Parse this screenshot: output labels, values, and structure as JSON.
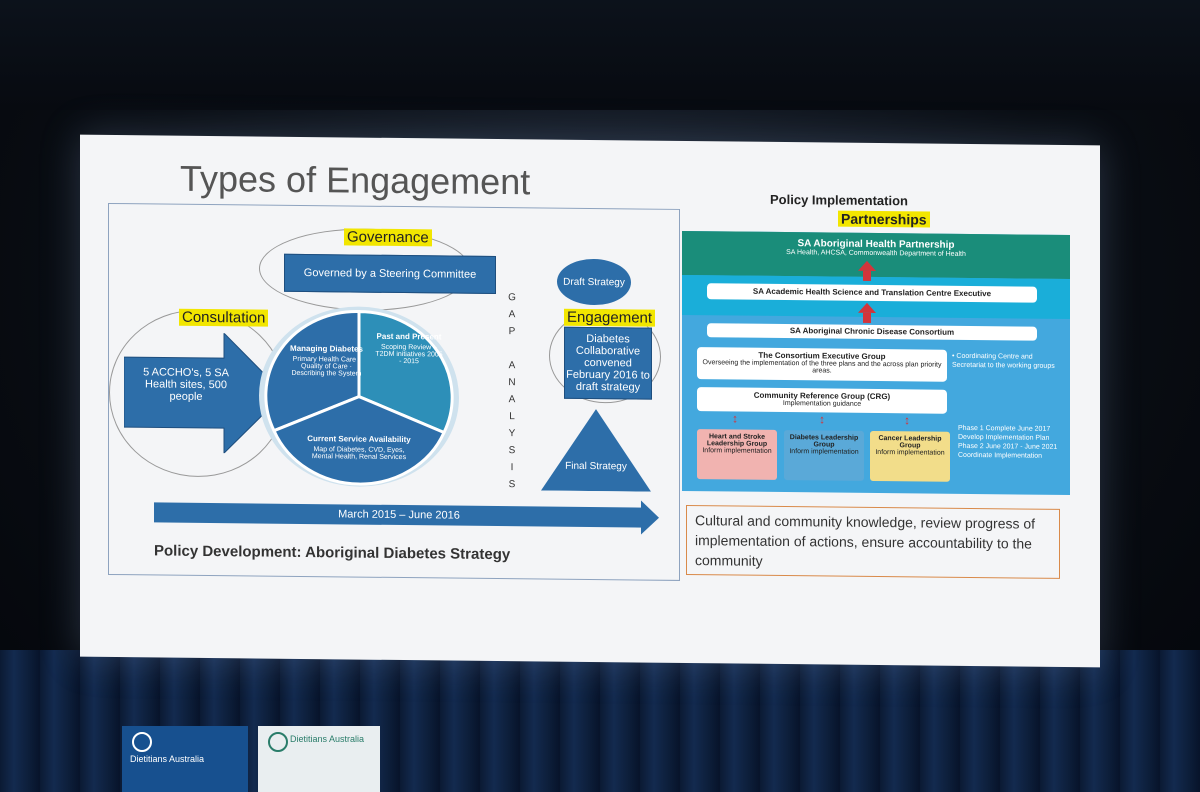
{
  "slide": {
    "title": "Types of Engagement",
    "governance_label": "Governance",
    "governance_box": "Governed by a Steering Committee",
    "consultation_label": "Consultation",
    "consultation_arrow": "5 ACCHO's, 5 SA Health sites, 500 people",
    "wheel": {
      "managing": {
        "title": "Managing Diabetes",
        "lines": "Primary Health Care · Quality of Care · Describing the System"
      },
      "past": {
        "title": "Past and Present",
        "lines": "Scoping Review – T2DM initiatives 2005 - 2015"
      },
      "current": {
        "title": "Current Service Availability",
        "lines": "Map of Diabetes, CVD, Eyes, Mental Health, Renal Services"
      }
    },
    "gap_analysis": [
      "G",
      "A",
      "P",
      "",
      "A",
      "N",
      "A",
      "L",
      "Y",
      "S",
      "I",
      "S"
    ],
    "draft_strategy": "Draft Strategy",
    "engagement_label": "Engagement",
    "engagement_box": "Diabetes Collaborative convened February 2016 to draft strategy",
    "final_strategy": "Final Strategy",
    "timeline": "March 2015 – June 2016",
    "policy_development": "Policy Development: Aboriginal Diabetes Strategy",
    "right": {
      "title": "Policy Implementation",
      "partnerships": "Partnerships",
      "partnership_name": "SA Aboriginal Health Partnership",
      "partnership_members": "SA Health, AHCSA, Commonwealth Department of Health",
      "academic": "SA Academic Health Science and Translation Centre Executive",
      "consortium": "SA Aboriginal Chronic Disease Consortium",
      "exec_group": "The Consortium Executive Group",
      "exec_desc": "Overseeing the implementation of the three plans and the across plan priority areas.",
      "coord_note": "• Coordinating Centre and Secretariat to the working groups",
      "crg": "Community Reference Group (CRG)",
      "crg_desc": "Implementation guidance",
      "groups": [
        {
          "name": "Heart and Stroke Leadership Group",
          "role": "Inform implementation",
          "color": "#f1b3b0"
        },
        {
          "name": "Diabetes Leadership Group",
          "role": "Inform implementation",
          "color": "#5aa9d8"
        },
        {
          "name": "Cancer Leadership Group",
          "role": "Inform implementation",
          "color": "#f2dd8a"
        }
      ],
      "phases": "Phase 1 Complete June 2017 Develop Implementation Plan Phase 2 June 2017 - June 2021 Coordinate Implementation",
      "cultural": "Cultural and community knowledge, review progress of implementation of actions, ensure accountability to the community"
    }
  },
  "banners": [
    {
      "brand": "Dietitians Australia",
      "bg": "#17508f"
    },
    {
      "brand": "Dietitians Australia",
      "bg": "#e9eef0"
    }
  ]
}
